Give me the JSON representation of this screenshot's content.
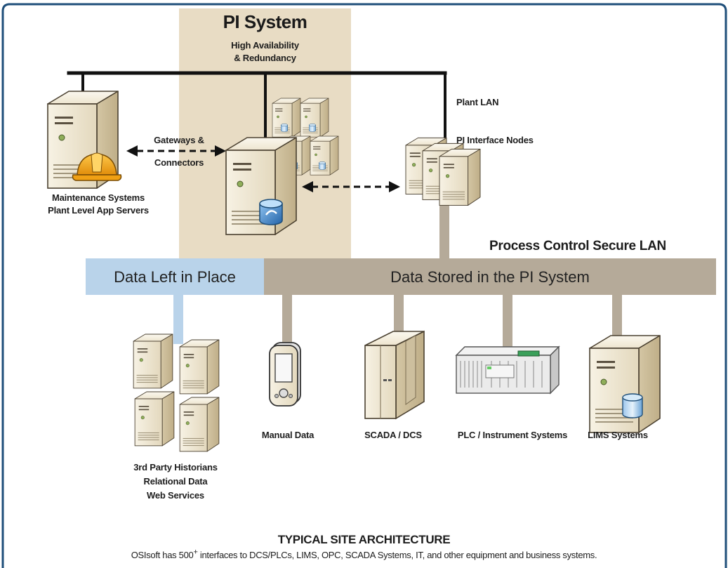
{
  "pi_system": {
    "title": "PI System",
    "subtitle_line1": "High Availability",
    "subtitle_line2": "& Redundancy"
  },
  "gateways": {
    "line1": "Gateways &",
    "line2": "Connectors"
  },
  "maintenance": {
    "line1": "Maintenance Systems",
    "line2": "Plant Level App Servers"
  },
  "plant_lan_label": "Plant LAN",
  "pi_interface_nodes_label": "PI Interface Nodes",
  "process_control_lan_label": "Process Control Secure LAN",
  "bands": {
    "left": "Data Left in Place",
    "right": "Data Stored in the PI System"
  },
  "sources": {
    "manual": "Manual Data",
    "scada": "SCADA / DCS",
    "plc": "PLC / Instrument Systems",
    "lims": "LIMS Systems"
  },
  "third_party": {
    "line1": "3rd Party Historians",
    "line2": "Relational Data",
    "line3": "Web Services"
  },
  "footer": {
    "title": "TYPICAL SITE ARCHITECTURE",
    "caption_pre": "OSIsoft has 500",
    "caption_sup": "+",
    "caption_post": " interfaces to DCS/PLCs, LIMS, OPC, SCADA Systems, IT, and other equipment and business systems."
  },
  "colors": {
    "frame": "#1f4f7a",
    "pi_column": "#e8dcc4",
    "band_left": "#b9d3ea",
    "band_right": "#b5aa99",
    "bus": "#111111",
    "server_face": "#f1ead8",
    "server_side": "#d8cbac",
    "accent_blue": "#2f78c4",
    "helmet": "#f4a81c"
  }
}
